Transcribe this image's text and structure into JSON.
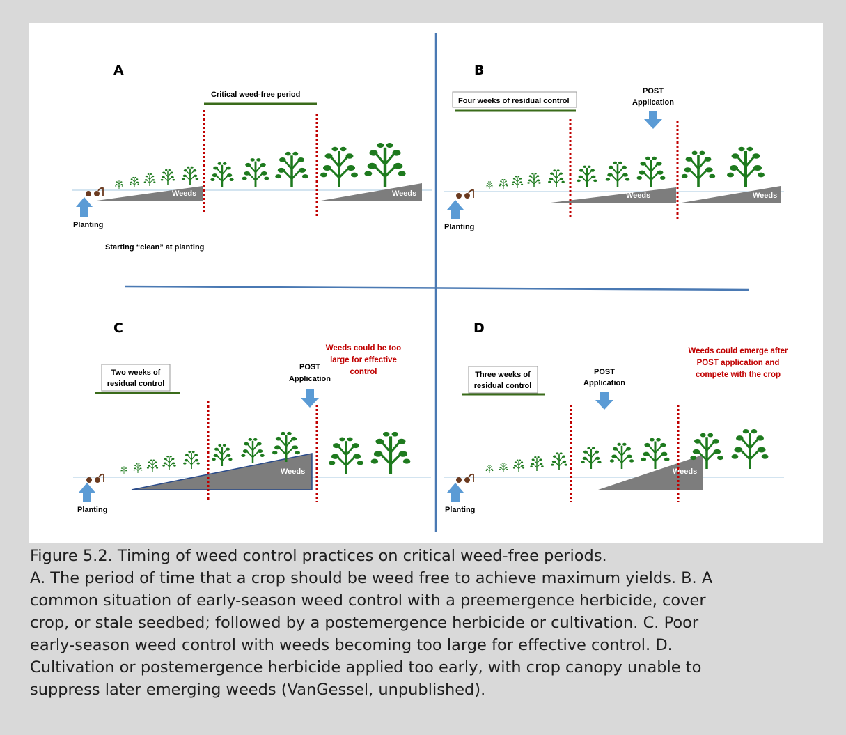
{
  "panels": [
    {
      "letter": "A",
      "planting": "Planting",
      "weeds": [
        "Weeds",
        "Weeds"
      ],
      "critical_period": "Critical weed-free period",
      "note": "Starting “clean” at planting"
    },
    {
      "letter": "B",
      "planting": "Planting",
      "weeds": [
        "Weeds",
        "Weeds"
      ],
      "residual": "Four weeks of residual control",
      "post": [
        "POST",
        "Application"
      ]
    },
    {
      "letter": "C",
      "planting": "Planting",
      "weeds": [
        "Weeds"
      ],
      "residual": [
        "Two weeks of",
        "residual control"
      ],
      "post": [
        "POST",
        "Application"
      ],
      "warning": [
        "Weeds could be too",
        "large for effective",
        "control"
      ]
    },
    {
      "letter": "D",
      "planting": "Planting",
      "weeds": [
        "Weeds"
      ],
      "residual": [
        "Three weeks of",
        "residual control"
      ],
      "post": [
        "POST",
        "Application"
      ],
      "warning": [
        "Weeds could emerge after",
        "POST application and",
        "compete with the crop"
      ]
    }
  ],
  "caption": {
    "title": "Figure 5.2. Timing of weed control practices on critical weed-free periods.",
    "lines": [
      "A. The period of time that a crop should be weed free to achieve maximum yields. B. A",
      "common situation of early-season weed control with a preemergence herbicide, cover",
      "crop, or stale seedbed; followed by a postemergence herbicide or cultivation. C. Poor",
      "early-season weed control with weeds becoming too large for effective control. D.",
      "Cultivation or postemergence herbicide applied too early, with crop canopy unable to",
      "suppress later emerging weeds (VanGessel, unpublished)."
    ]
  },
  "colors": {
    "crop": "#1e7a1e",
    "weeds": "#7d7d7d",
    "divider": "#4a79b3",
    "arrow": "#5b9bd5",
    "critical_line": "#c00000",
    "bar": "#3a6b1a",
    "warning": "#c00000"
  }
}
